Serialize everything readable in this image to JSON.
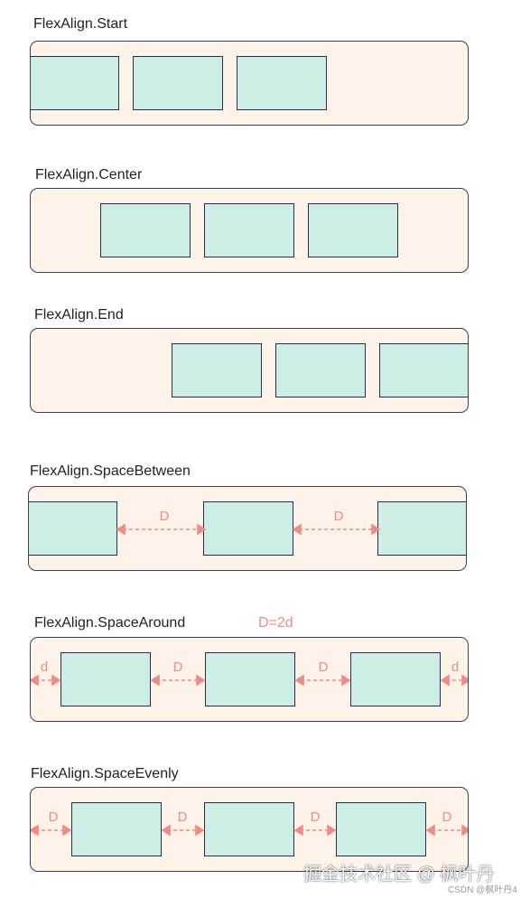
{
  "sections": [
    {
      "label": "FlexAlign.Start",
      "gap_labels": []
    },
    {
      "label": "FlexAlign.Center",
      "gap_labels": []
    },
    {
      "label": "FlexAlign.End",
      "gap_labels": []
    },
    {
      "label": "FlexAlign.SpaceBetween",
      "gap_labels": [
        "D",
        "D"
      ]
    },
    {
      "label": "FlexAlign.SpaceAround",
      "gap_labels": [
        "d",
        "D",
        "D",
        "d"
      ],
      "formula": "D=2d"
    },
    {
      "label": "FlexAlign.SpaceEvenly",
      "gap_labels": [
        "D",
        "D",
        "D",
        "D"
      ]
    }
  ],
  "watermark": "掘金技术社区 @ 枫叶丹",
  "csdn": "CSDN @枫叶丹4",
  "colors": {
    "container_fill": "#fdf3e9",
    "box_fill": "#cdeee5",
    "border": "#2b2d4f",
    "arrow": "#f28a84"
  }
}
